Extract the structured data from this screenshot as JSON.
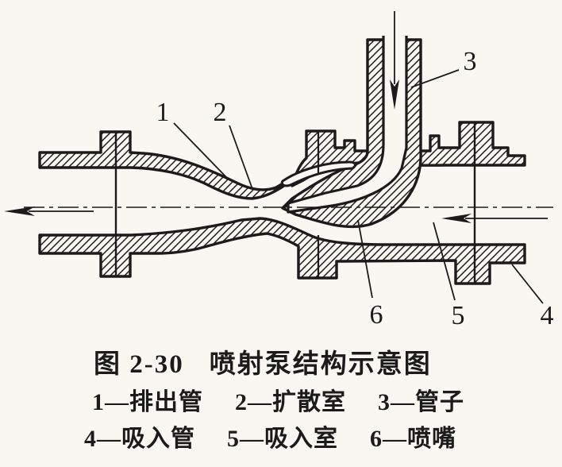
{
  "figure": {
    "caption_prefix": "图 2-30",
    "caption_title": "喷射泵结构示意图",
    "dash": "—",
    "callouts": [
      {
        "num": "1"
      },
      {
        "num": "2"
      },
      {
        "num": "3"
      },
      {
        "num": "4"
      },
      {
        "num": "5"
      },
      {
        "num": "6"
      }
    ],
    "legend_rows": [
      {
        "items": [
          {
            "num": "1",
            "name": "排出管"
          },
          {
            "num": "2",
            "name": "扩散室"
          },
          {
            "num": "3",
            "name": "管子"
          }
        ]
      },
      {
        "items": [
          {
            "num": "4",
            "name": "吸入管"
          },
          {
            "num": "5",
            "name": "吸入室"
          },
          {
            "num": "6",
            "name": "喷嘴"
          }
        ]
      }
    ]
  },
  "colors": {
    "ink": "#1b1b1b",
    "paper": "#f9f7f1"
  }
}
